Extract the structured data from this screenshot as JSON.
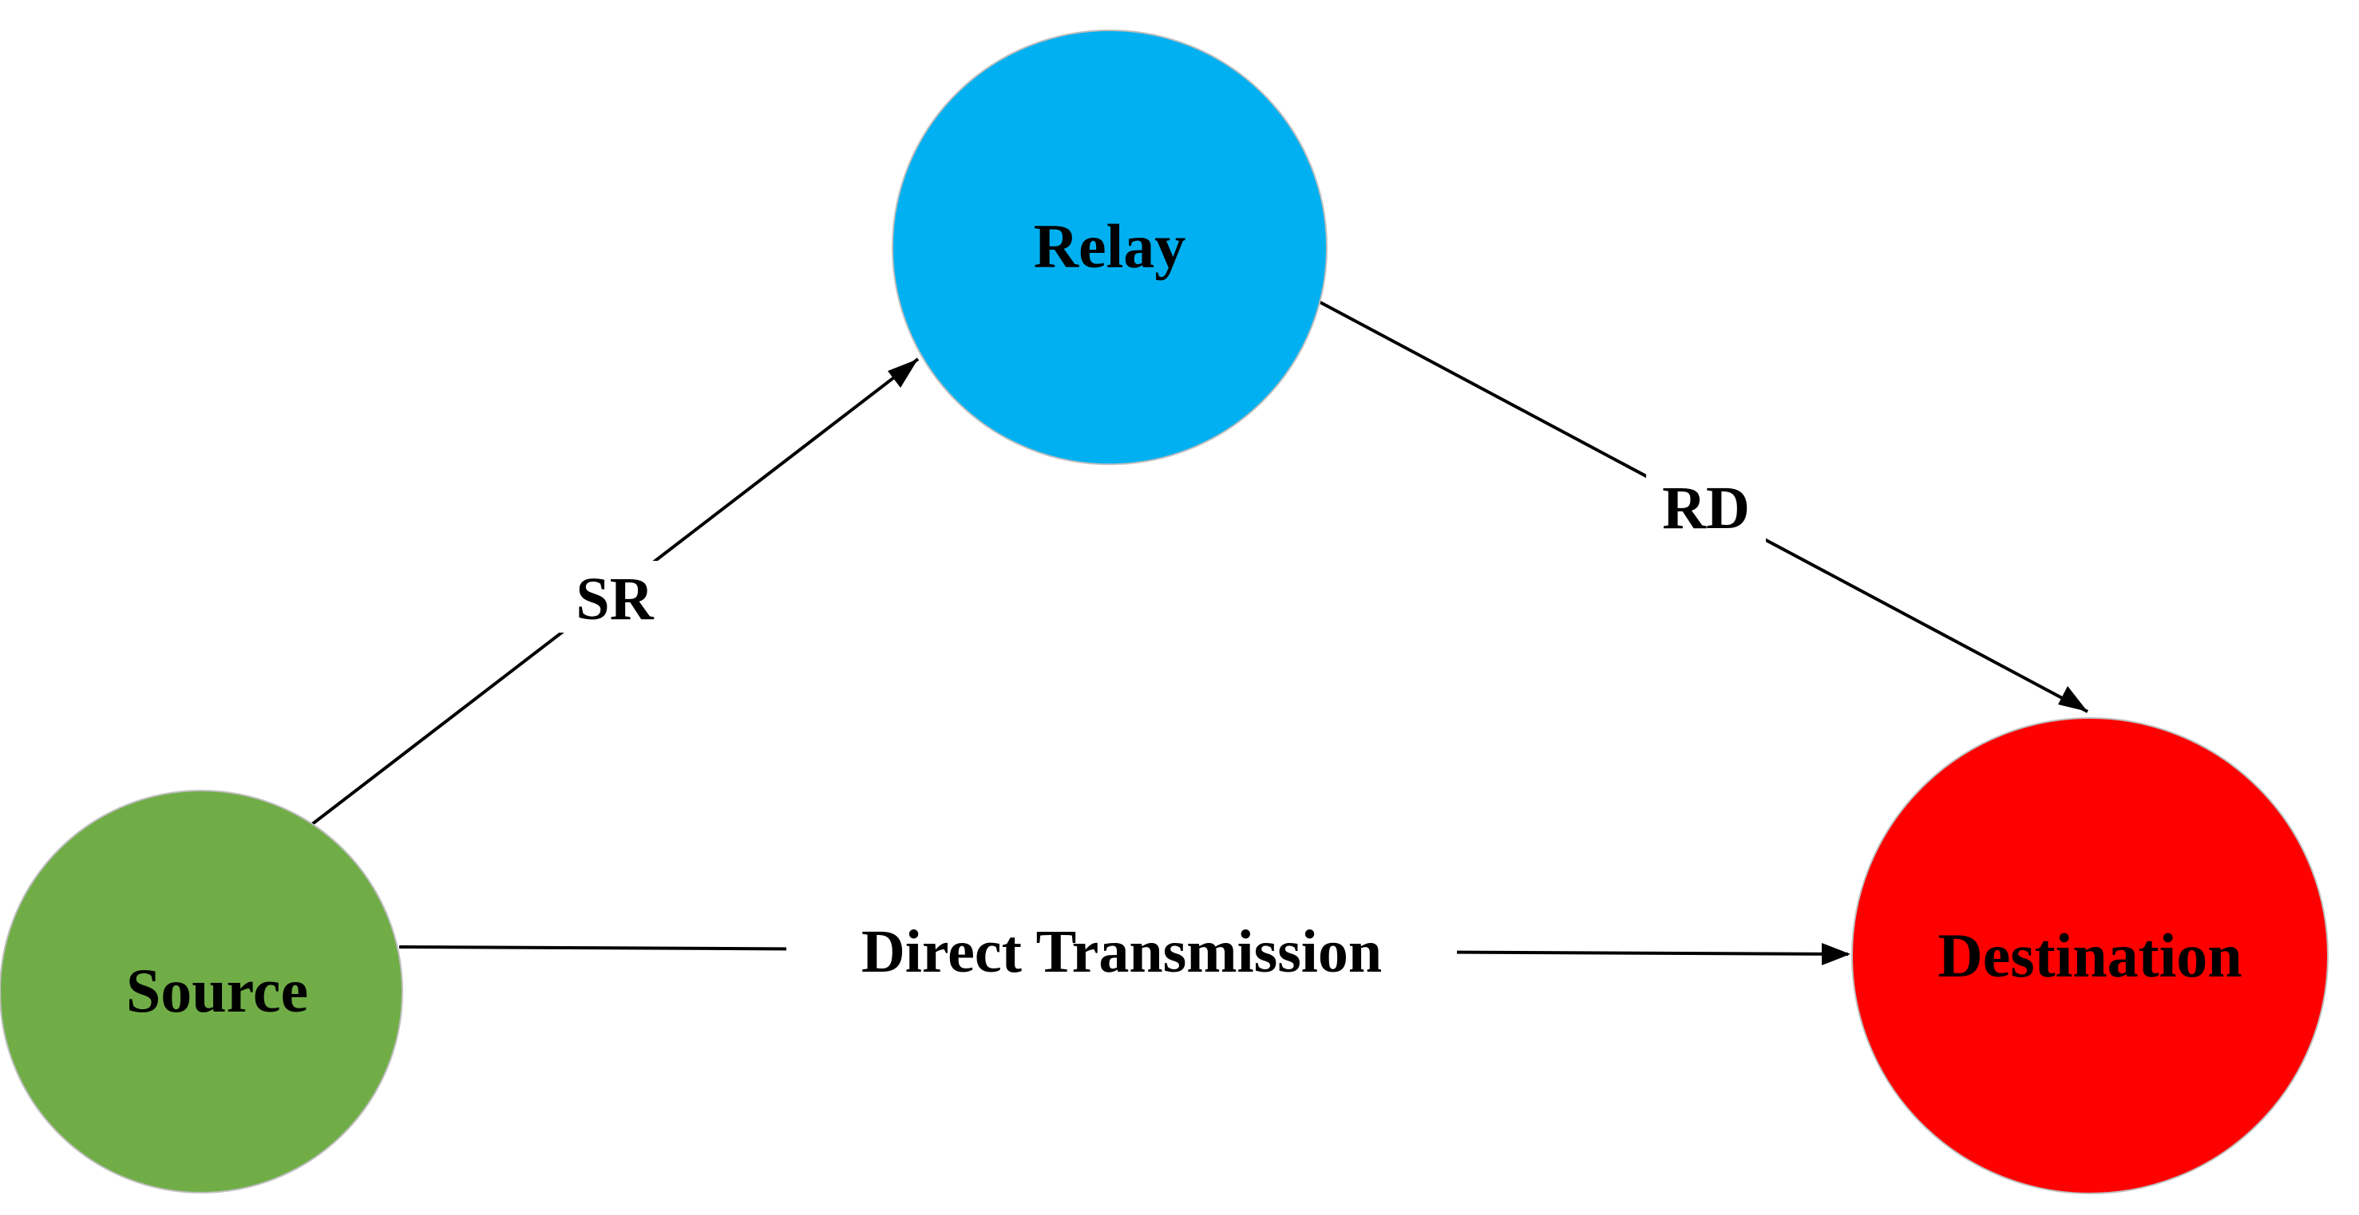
{
  "nodes": {
    "source": {
      "label": "Source",
      "color": "#70AD47"
    },
    "relay": {
      "label": "Relay",
      "color": "#00B0F0"
    },
    "destination": {
      "label": "Destination",
      "color": "#FF0000"
    }
  },
  "edges": {
    "sr": {
      "label": "SR"
    },
    "rd": {
      "label": "RD"
    },
    "direct": {
      "label": "Direct Transmission"
    }
  },
  "colors": {
    "arrow": "#000000",
    "node_border": "#BFBFBF"
  }
}
